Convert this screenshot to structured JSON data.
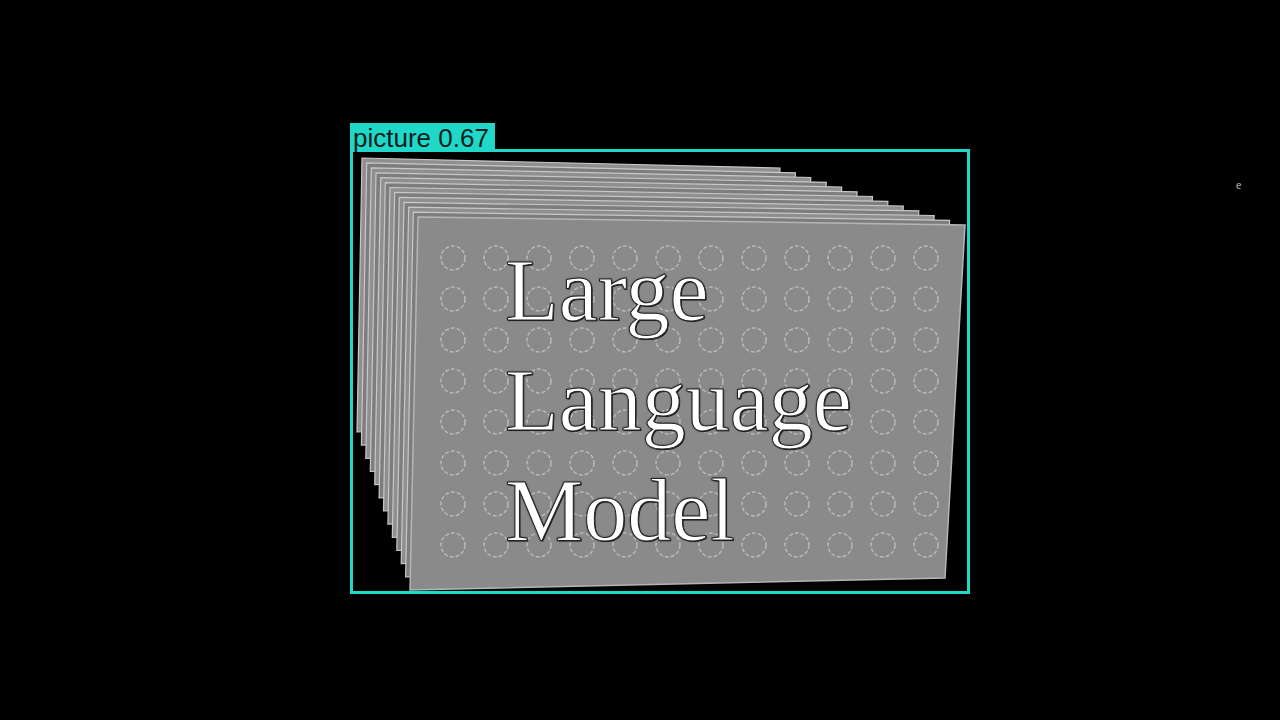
{
  "diagram": {
    "nodes": [
      {
        "text": [
          "picture 0.67"
        ]
      },
      {
        "text": [
          "Large Language Model"
        ],
        "in": 0
      }
    ],
    "labels": [
      "e"
    ]
  }
}
